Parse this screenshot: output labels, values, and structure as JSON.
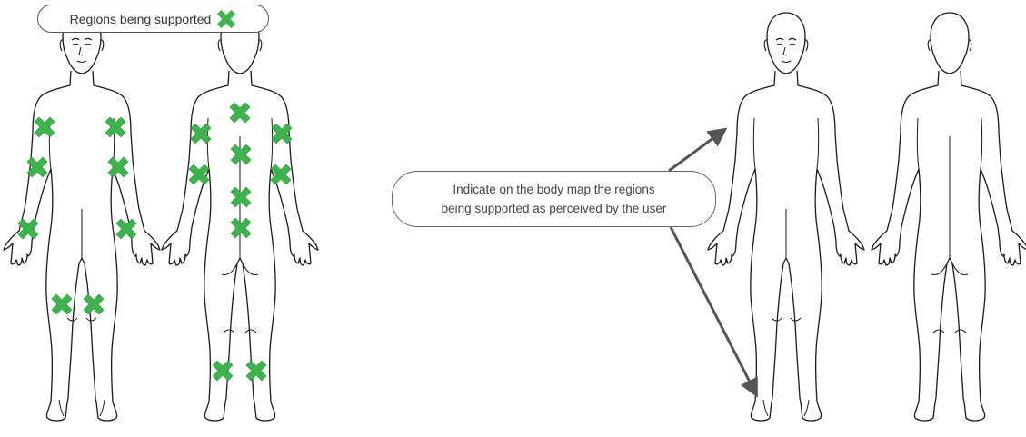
{
  "legend": {
    "label": "Regions being supported",
    "marker_icon": "green-cross-icon"
  },
  "callout": {
    "line1": "Indicate on the body map the regions",
    "line2": "being supported as perceived by the user"
  },
  "colors": {
    "marker": "#3cb44b",
    "outline": "#1a1a1a",
    "arrow": "#555555"
  },
  "figures": [
    {
      "name": "left-front-figure",
      "view": "front"
    },
    {
      "name": "left-back-figure",
      "view": "back"
    },
    {
      "name": "right-front-figure",
      "view": "front"
    },
    {
      "name": "right-back-figure",
      "view": "back"
    }
  ]
}
